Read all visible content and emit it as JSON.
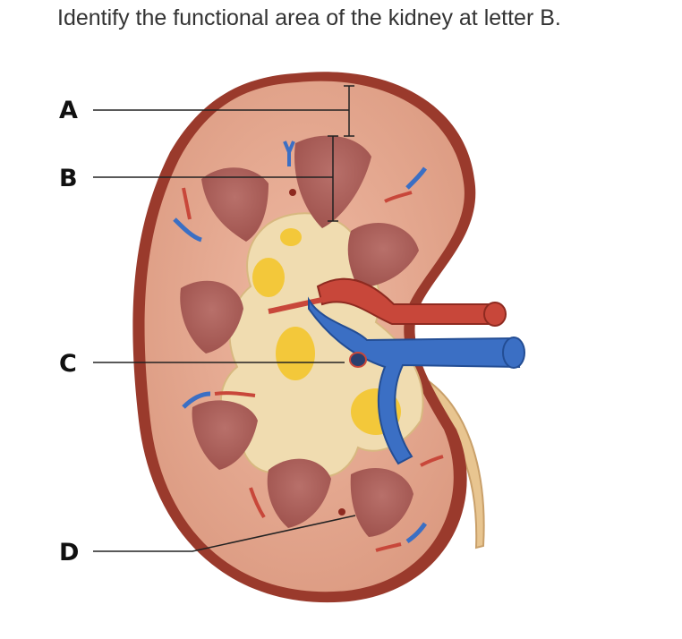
{
  "question": {
    "text": "Identify the functional area of the kidney at letter B."
  },
  "diagram": {
    "labels": {
      "a": "A",
      "b": "B",
      "c": "C",
      "d": "D"
    },
    "colors": {
      "capsule": "#9a3a2c",
      "cortex": "#e2a48c",
      "pyramid": "#a85a55",
      "sinus": "#f0dcb0",
      "fat": "#f3c83a",
      "artery": "#c8473a",
      "vein": "#3b6fc4",
      "ureter": "#e8c590"
    }
  }
}
